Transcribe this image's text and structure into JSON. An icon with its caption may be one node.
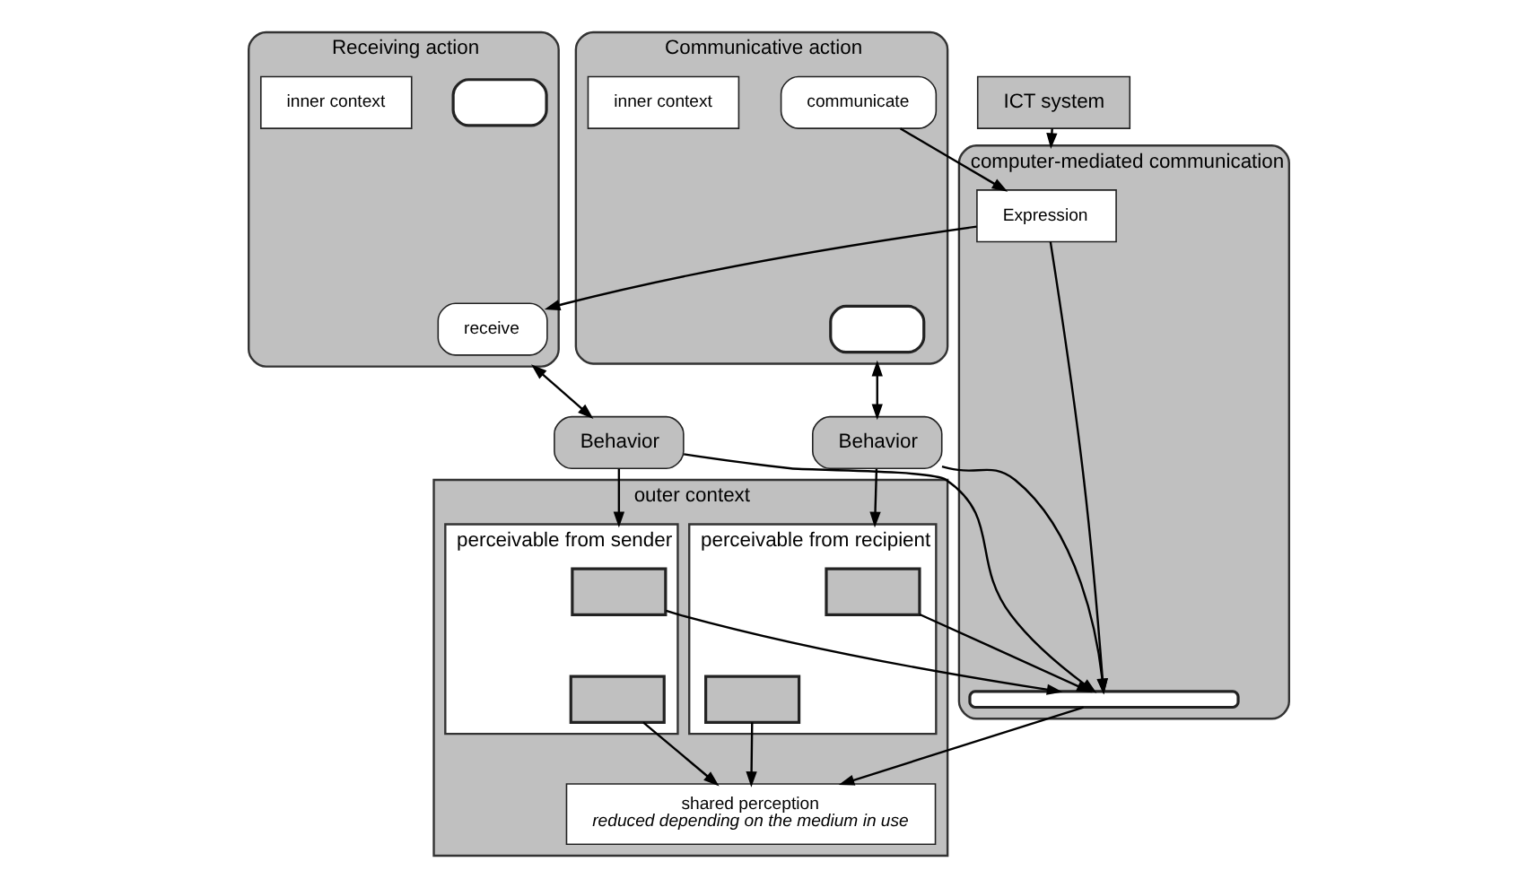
{
  "diagram": {
    "nodes": [
      {
        "text": [
          "Communicative action"
        ]
      },
      {
        "text": [],
        "shape": "box",
        "in": 0
      },
      {
        "text": [
          "communicate"
        ],
        "in": 0
      },
      {
        "text": [
          "inner context"
        ],
        "in": 0
      },
      {
        "text": [
          "ICT system"
        ]
      },
      {
        "text": [
          "Receiving action"
        ]
      },
      {
        "text": [
          "receive"
        ],
        "in": 5
      },
      {
        "text": [],
        "shape": "box",
        "in": 5
      },
      {
        "text": [
          "inner context"
        ],
        "in": 5
      },
      {
        "text": [
          "Behavior"
        ]
      },
      {
        "text": [
          "computer-mediated communication"
        ]
      },
      {
        "text": [
          "Expression"
        ],
        "in": 10
      },
      {
        "text": [],
        "shape": "bar",
        "in": 10
      },
      {
        "text": [
          "Behavior"
        ]
      },
      {
        "text": [
          "outer context"
        ]
      },
      {
        "text": [
          "perceivable from recipient"
        ],
        "in": 14
      },
      {
        "text": [],
        "shape": "box",
        "in": 15
      },
      {
        "text": [],
        "shape": "box",
        "in": 15
      },
      {
        "text": [
          "shared perception",
          "reduced depending on the medium in use"
        ],
        "in": 14
      },
      {
        "text": [
          "perceivable from sender"
        ],
        "in": 14
      },
      {
        "text": [],
        "shape": "box",
        "in": 19
      },
      {
        "text": [],
        "shape": "box",
        "in": 19
      }
    ],
    "edges": [
      {
        "from": 0,
        "to": 9,
        "arrow": "both"
      },
      {
        "from": 5,
        "to": 13,
        "arrow": "both"
      },
      {
        "from": 4,
        "to": 10,
        "arrow": "to"
      },
      {
        "from": 2,
        "to": 11,
        "arrow": "to"
      },
      {
        "from": 11,
        "to": 6,
        "arrow": "to"
      },
      {
        "from": 11,
        "to": 12,
        "arrow": "to"
      },
      {
        "from": 9,
        "to": 12,
        "arrow": "to"
      },
      {
        "from": 13,
        "to": 12,
        "arrow": "to"
      },
      {
        "from": 9,
        "to": 15,
        "arrow": "to"
      },
      {
        "from": 13,
        "to": 19,
        "arrow": "to"
      },
      {
        "from": 16,
        "to": 12,
        "arrow": "to"
      },
      {
        "from": 20,
        "to": 12,
        "arrow": "to"
      },
      {
        "from": 12,
        "to": 18,
        "arrow": "to"
      },
      {
        "from": 17,
        "to": 18,
        "arrow": "to"
      },
      {
        "from": 21,
        "to": 18,
        "arrow": "to"
      }
    ]
  }
}
